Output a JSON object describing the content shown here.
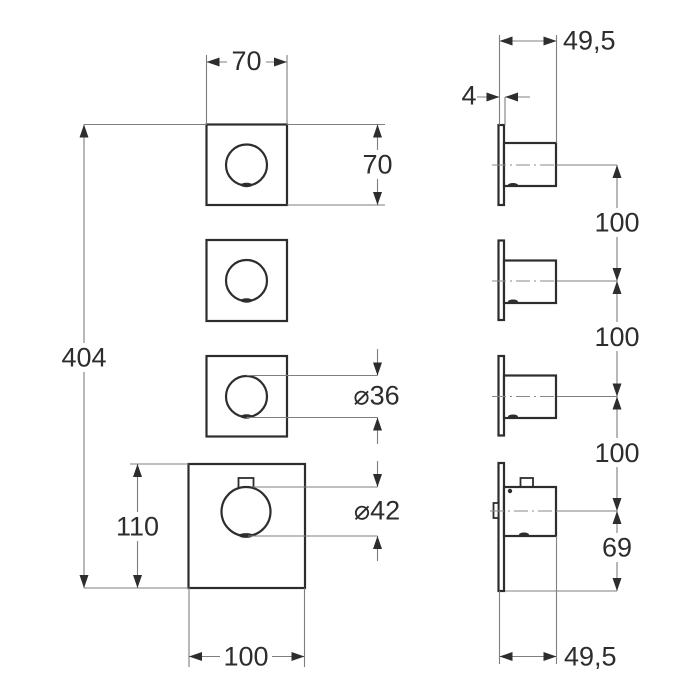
{
  "front_view": {
    "dim_module_width": "70",
    "dim_module_height": "70",
    "dim_total_height": "404",
    "dim_knob_diameter_small": "⌀36",
    "dim_knob_diameter_large": "⌀42",
    "dim_base_height": "110",
    "dim_base_width": "100"
  },
  "side_view": {
    "dim_depth_top": "49,5",
    "dim_plate_thickness": "4",
    "dim_spacing_1": "100",
    "dim_spacing_2": "100",
    "dim_spacing_3": "100",
    "dim_bottom_offset": "69",
    "dim_depth_bottom": "49,5"
  },
  "colors": {
    "object_line": "#2d2d2d",
    "dimension_line": "#7f7f7f",
    "background": "#ffffff"
  }
}
